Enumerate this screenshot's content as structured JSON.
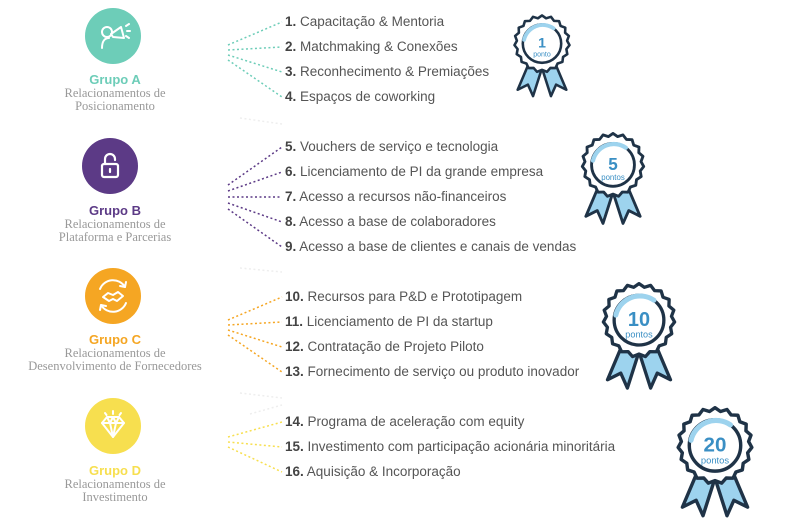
{
  "groups": [
    {
      "title": "Grupo A",
      "subtitle_lines": [
        "Relacionamentos de",
        "Posicionamento"
      ],
      "color": "#6dcdb8",
      "icon": "megaphone-icon",
      "badge": {
        "number": "1",
        "label": "ponto"
      },
      "items": [
        {
          "num": "1.",
          "text": "Capacitação & Mentoria"
        },
        {
          "num": "2.",
          "text": "Matchmaking & Conexões"
        },
        {
          "num": "3.",
          "text": "Reconhecimento & Premiações"
        },
        {
          "num": "4.",
          "text": "Espaços de coworking"
        }
      ]
    },
    {
      "title": "Grupo B",
      "subtitle_lines": [
        "Relacionamentos de",
        "Plataforma e Parcerias"
      ],
      "color": "#5c3a86",
      "icon": "unlocked-padlock-icon",
      "badge": {
        "number": "5",
        "label": "pontos"
      },
      "items": [
        {
          "num": "5.",
          "text": "Vouchers de serviço e tecnologia"
        },
        {
          "num": "6.",
          "text": "Licenciamento de PI da grande empresa"
        },
        {
          "num": "7.",
          "text": "Acesso a recursos não-financeiros"
        },
        {
          "num": "8.",
          "text": "Acesso a base de colaboradores"
        },
        {
          "num": "9.",
          "text": "Acesso a base de clientes e canais de vendas"
        }
      ]
    },
    {
      "title": "Grupo C",
      "subtitle_lines": [
        "Relacionamentos de",
        "Desenvolvimento de Fornecedores"
      ],
      "color": "#f5a623",
      "icon": "handshake-icon",
      "badge": {
        "number": "10",
        "label": "pontos"
      },
      "items": [
        {
          "num": "10.",
          "text": "Recursos para P&D e Prototipagem"
        },
        {
          "num": "11.",
          "text": "Licenciamento de PI da startup"
        },
        {
          "num": "12.",
          "text": "Contratação de Projeto Piloto"
        },
        {
          "num": "13.",
          "text": "Fornecimento de serviço ou produto inovador"
        }
      ]
    },
    {
      "title": "Grupo D",
      "subtitle_lines": [
        "Relacionamentos de",
        "Investimento"
      ],
      "color": "#f7df4f",
      "icon": "diamond-icon",
      "badge": {
        "number": "20",
        "label": "pontos"
      },
      "items": [
        {
          "num": "14.",
          "text": "Programa de aceleração com equity"
        },
        {
          "num": "15.",
          "text": "Investimento com participação acionária minoritária"
        },
        {
          "num": "16.",
          "text": "Aquisição & Incorporação"
        }
      ]
    }
  ]
}
